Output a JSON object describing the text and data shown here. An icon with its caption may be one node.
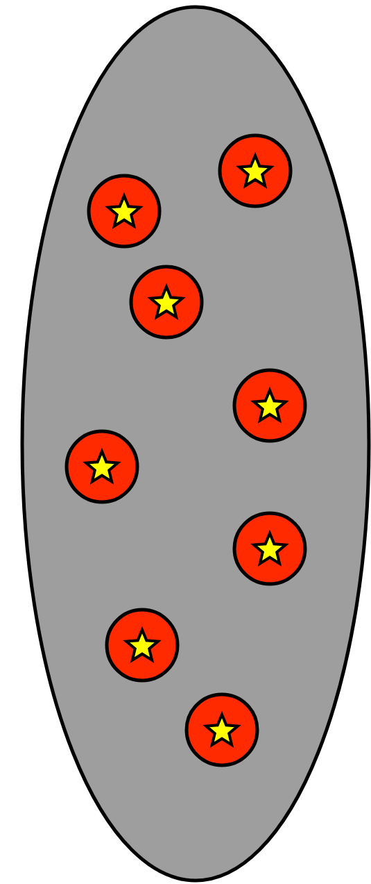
{
  "diagram": {
    "nodes": [
      {
        "text": [],
        "shape": "ellipse"
      },
      {
        "text": [],
        "shape": "circle",
        "in": 0
      },
      {
        "text": [],
        "shape": "circle",
        "in": 0
      },
      {
        "text": [],
        "shape": "circle",
        "in": 0
      },
      {
        "text": [],
        "shape": "circle",
        "in": 0
      },
      {
        "text": [],
        "shape": "circle",
        "in": 0
      },
      {
        "text": [],
        "shape": "circle",
        "in": 0
      },
      {
        "text": [],
        "shape": "circle",
        "in": 0
      },
      {
        "text": [],
        "shape": "circle",
        "in": 0
      }
    ],
    "edges": []
  }
}
